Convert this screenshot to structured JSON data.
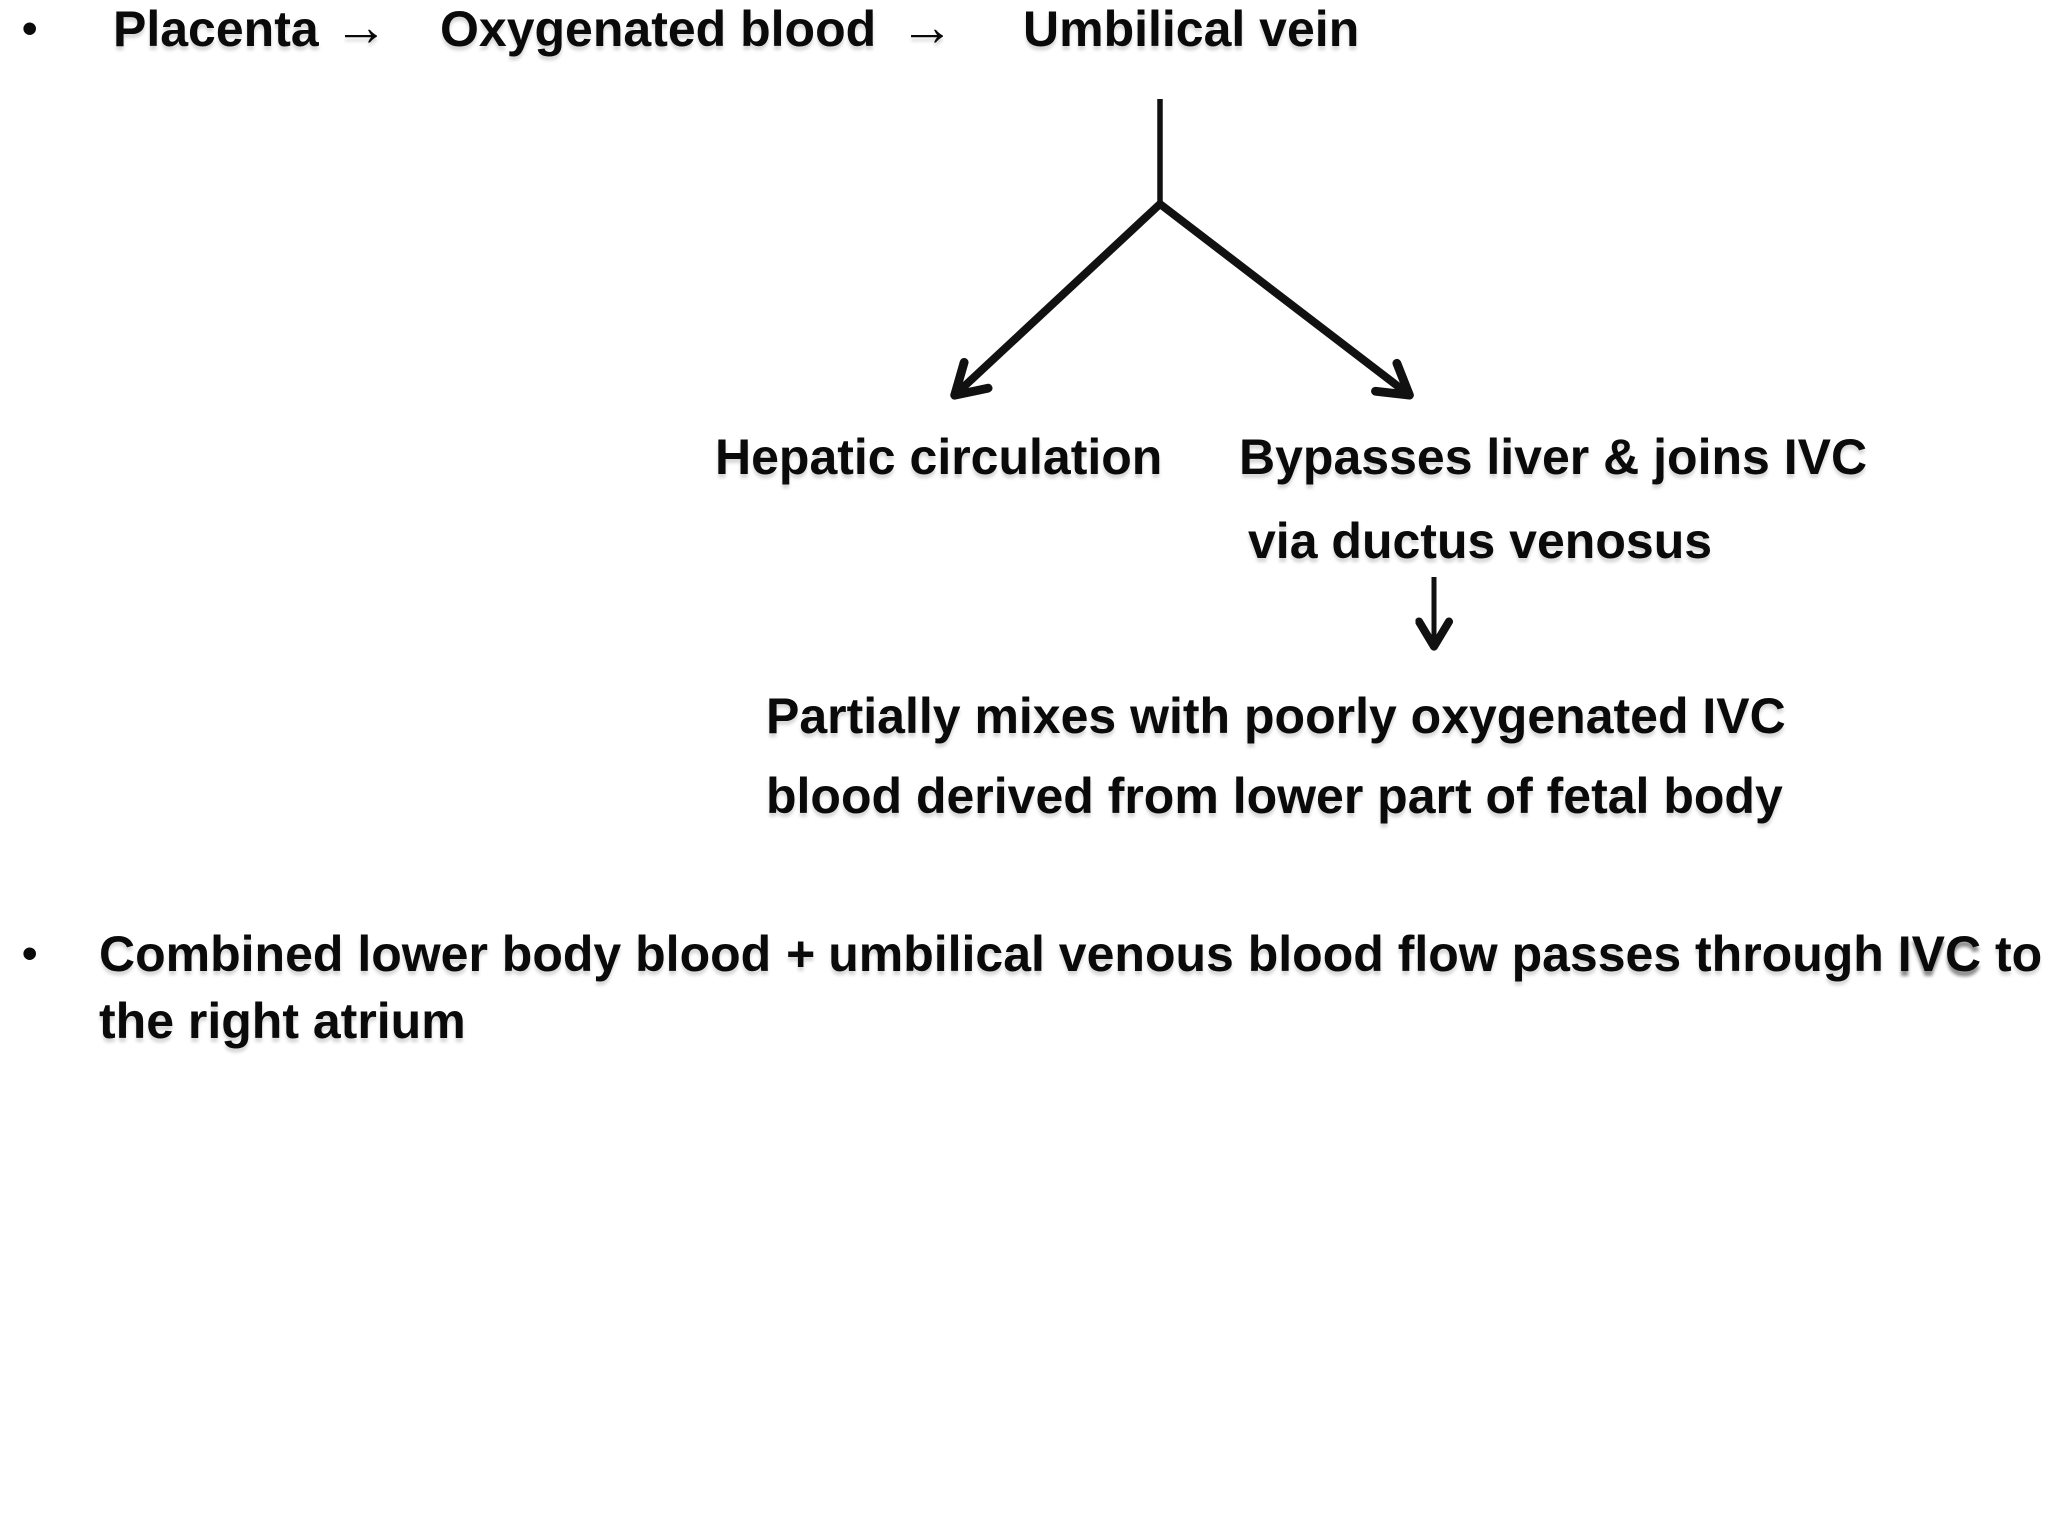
{
  "slide": {
    "background": "#ffffff",
    "text_color": "#0a0a0a",
    "line_color": "#111111"
  },
  "flow_line": {
    "bullet": "•",
    "step1": "Placenta",
    "arrow1": "→",
    "step2": "Oxygenated blood",
    "arrow2": "→",
    "step3": "Umbilical vein"
  },
  "diagram": {
    "left_branch_label": "Hepatic circulation",
    "right_branch_label_line1": "Bypasses liver & joins IVC",
    "right_branch_label_line2": "via ductus venosus",
    "mix_label_line1": "Partially mixes with poorly oxygenated IVC",
    "mix_label_line2": "blood derived from lower part of fetal body"
  },
  "bottom_bullet": {
    "bullet": "•",
    "part1": "Combined lower body blood ",
    "plus": "+",
    "part2": " umbilical venous blood flow passes through ",
    "ivc": "IVC",
    "part3": " to",
    "line2": "the right atrium"
  }
}
